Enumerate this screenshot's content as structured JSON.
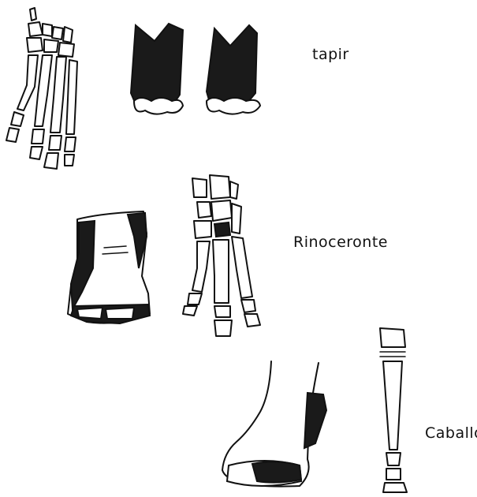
{
  "labels": {
    "tapir": "tapir",
    "rhino": "Rinoceronte",
    "horse": "Caballo"
  }
}
